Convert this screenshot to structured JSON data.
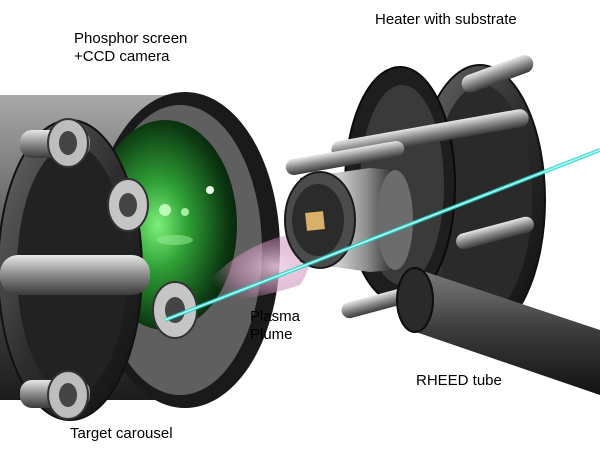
{
  "labels": {
    "phosphor_line1": "Phosphor screen",
    "phosphor_line2": "+CCD camera",
    "heater": "Heater with substrate",
    "plasma_line1": "Plasma",
    "plasma_line2": "Plume",
    "rheed": "RHEED tube",
    "target": "Target carousel"
  },
  "colors": {
    "background": "#ffffff",
    "metal": "#8c8c8c",
    "screen_glow": "#2fbf3a",
    "beam": "#22d3c8",
    "plume": "#d9a0c8",
    "substrate": "#d9b06a"
  }
}
